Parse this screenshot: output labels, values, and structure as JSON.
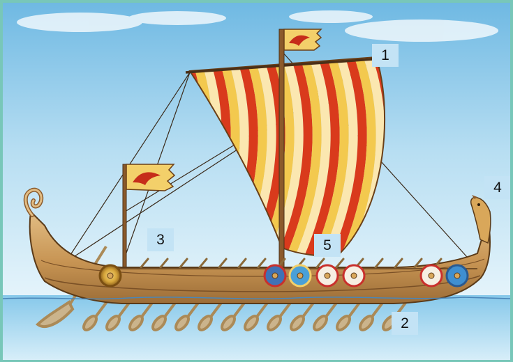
{
  "scene": {
    "sky_color": "#a9d6ee",
    "water_color": "#7fc3e6",
    "frame_color": "#78c7b9",
    "sail_stripes": [
      "#d93a1c",
      "#f3c94e",
      "#fbe7b0"
    ],
    "hull_color": "#c99a5a",
    "icons": [
      "dragon-figurehead-icon",
      "bird-banner-icon",
      "round-shield-icon",
      "oar-icon"
    ]
  },
  "callouts": [
    {
      "id": "c1",
      "label": "1"
    },
    {
      "id": "c2",
      "label": "2"
    },
    {
      "id": "c3",
      "label": "3"
    },
    {
      "id": "c4",
      "label": "4"
    },
    {
      "id": "c5",
      "label": "5"
    }
  ]
}
